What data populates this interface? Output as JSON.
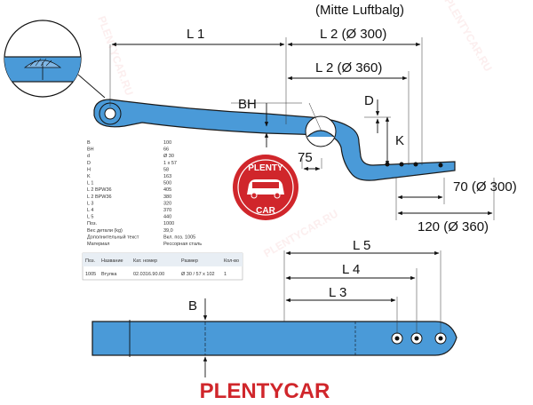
{
  "labels": {
    "mitte": "(Mitte Luftbalg)",
    "l1": "L 1",
    "l2_300": "L 2 (Ø 300)",
    "l2_360": "L 2 (Ø 360)",
    "bh": "BH",
    "d": "D",
    "k": "K",
    "d75": "75",
    "d70": "70 (Ø 300)",
    "d120": "120 (Ø 360)",
    "l5": "L 5",
    "l4": "L 4",
    "l3": "L 3",
    "b": "B"
  },
  "specs": [
    {
      "key": "B",
      "value": "100"
    },
    {
      "key": "BH",
      "value": "66"
    },
    {
      "key": "d",
      "value": "Ø 30"
    },
    {
      "key": "D",
      "value": "1 x 57"
    },
    {
      "key": "H",
      "value": "58"
    },
    {
      "key": "K",
      "value": "163"
    },
    {
      "key": "L 1",
      "value": "500"
    },
    {
      "key": "L 2 BPW36",
      "value": "405"
    },
    {
      "key": "L 2 BPW36",
      "value": "380"
    },
    {
      "key": "L 3",
      "value": "320"
    },
    {
      "key": "L 4",
      "value": "370"
    },
    {
      "key": "L 5",
      "value": "440"
    },
    {
      "key": "Поз.",
      "value": "1000"
    },
    {
      "key": "Вес детали (kg)",
      "value": "39,0"
    },
    {
      "key": "Дополнительный текст",
      "value": "Вкл. поз. 1005"
    },
    {
      "key": "Материал",
      "value": "Рессорная сталь"
    }
  ],
  "table": {
    "headers": [
      "Поз.",
      "Название",
      "Кат. номер",
      "Размер",
      "Кол-во"
    ],
    "rows": [
      [
        "1005",
        "Втулка",
        "02.0316.90.00",
        "Ø 30 / 57 x 102",
        "1"
      ]
    ]
  },
  "logo": {
    "top": "PLENTY",
    "bottom": "CAR"
  },
  "brand": "PLENTYCAR",
  "watermark": "PLENTYCAR.RU",
  "colors": {
    "part": "#4a9ad8",
    "brand": "#d0262b"
  }
}
